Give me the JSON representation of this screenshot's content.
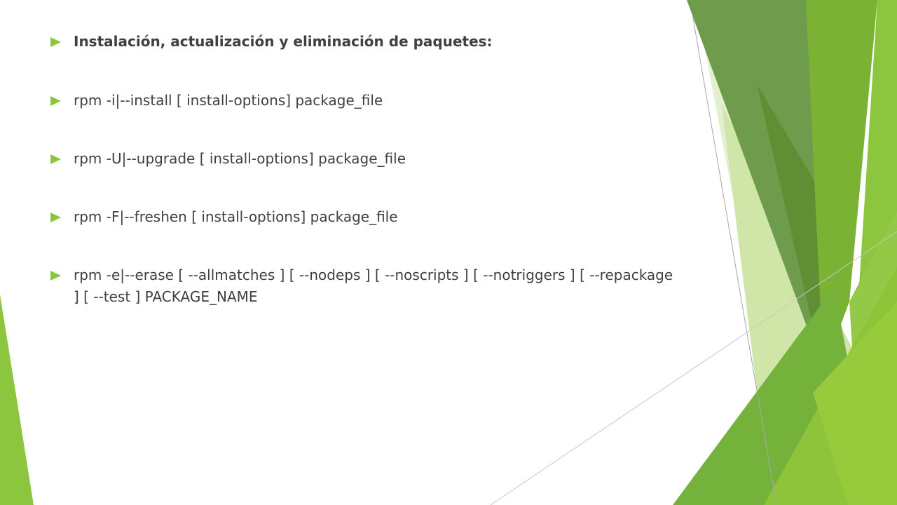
{
  "slide": {
    "bullets": [
      {
        "text": "Instalación, actualización y eliminación de paquetes:"
      },
      {
        "text": "rpm -i|--install [ install-options] package_file"
      },
      {
        "text": "rpm -U|--upgrade [ install-options] package_file"
      },
      {
        "text": "rpm -F|--freshen [ install-options] package_file"
      },
      {
        "text": "rpm -e|--erase  [ --allmatches ] [ --nodeps ] [ --noscripts ] [ --notriggers ] [ --repackage ] [ --test ] PACKAGE_NAME"
      }
    ]
  },
  "theme": {
    "accent": "#8cc63f",
    "dark_green": "#4f8a1e",
    "mid_green": "#6aa334",
    "light_green": "#c9e3a3",
    "text_color": "#404040",
    "bullet_icon": "triangle-right-icon"
  }
}
